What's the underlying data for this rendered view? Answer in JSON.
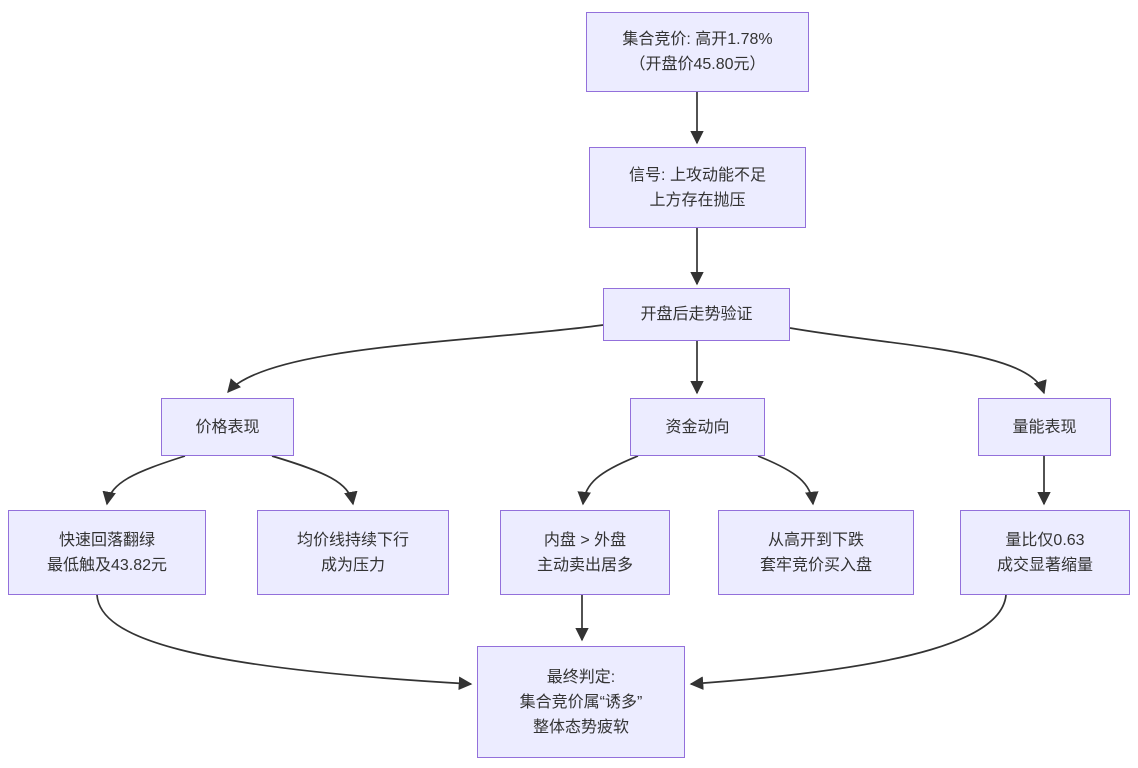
{
  "diagram": {
    "type": "flowchart",
    "direction": "top-down",
    "colors": {
      "node_fill": "#ECECFF",
      "node_border": "#9370DB",
      "edge_line": "#333333",
      "text": "#333333",
      "background": "#ffffff"
    },
    "nodes": [
      {
        "id": "auction",
        "lines": [
          "集合竞价: 高开1.78%",
          "（开盘价45.80元）"
        ]
      },
      {
        "id": "signal",
        "lines": [
          "信号: 上攻动能不足",
          "上方存在抛压"
        ]
      },
      {
        "id": "verify",
        "lines": [
          "开盘后走势验证"
        ]
      },
      {
        "id": "price",
        "lines": [
          "价格表现"
        ]
      },
      {
        "id": "funds",
        "lines": [
          "资金动向"
        ]
      },
      {
        "id": "volume",
        "lines": [
          "量能表现"
        ]
      },
      {
        "id": "rapid-fall",
        "lines": [
          "快速回落翻绿",
          "最低触及43.82元"
        ]
      },
      {
        "id": "avg-line",
        "lines": [
          "均价线持续下行",
          "成为压力"
        ]
      },
      {
        "id": "inner-outer",
        "lines": [
          "内盘 > 外盘",
          "主动卖出居多"
        ]
      },
      {
        "id": "trap",
        "lines": [
          "从高开到下跌",
          "套牢竞价买入盘"
        ]
      },
      {
        "id": "vol-ratio",
        "lines": [
          "量比仅0.63",
          "成交显著缩量"
        ]
      },
      {
        "id": "conclusion",
        "lines": [
          "最终判定:",
          "集合竞价属“诱多”",
          "整体态势疲软"
        ]
      }
    ],
    "edges": [
      {
        "from": "auction",
        "to": "signal"
      },
      {
        "from": "signal",
        "to": "verify"
      },
      {
        "from": "verify",
        "to": "price"
      },
      {
        "from": "verify",
        "to": "funds"
      },
      {
        "from": "verify",
        "to": "volume"
      },
      {
        "from": "price",
        "to": "rapid-fall"
      },
      {
        "from": "price",
        "to": "avg-line"
      },
      {
        "from": "funds",
        "to": "inner-outer"
      },
      {
        "from": "funds",
        "to": "trap"
      },
      {
        "from": "volume",
        "to": "vol-ratio"
      },
      {
        "from": "rapid-fall",
        "to": "conclusion"
      },
      {
        "from": "inner-outer",
        "to": "conclusion"
      },
      {
        "from": "vol-ratio",
        "to": "conclusion"
      }
    ]
  }
}
